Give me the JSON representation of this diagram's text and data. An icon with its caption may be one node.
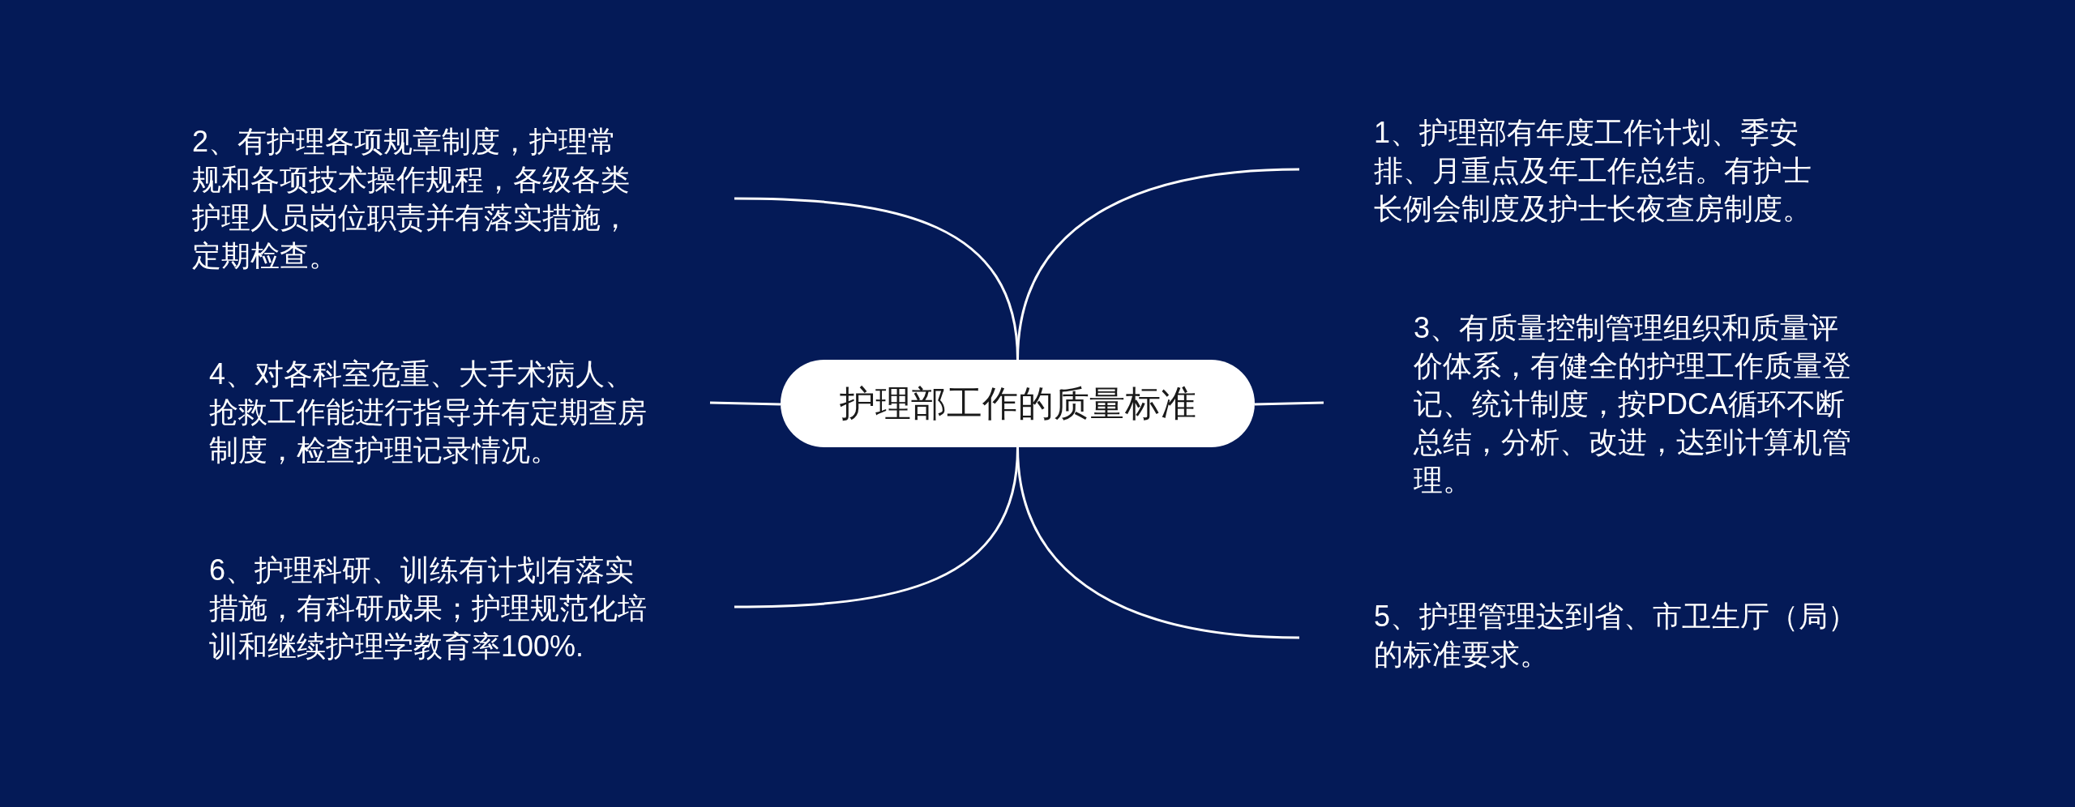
{
  "diagram": {
    "nodes": [
      {
        "text": [
          "护理部工作的质量标准"
        ]
      },
      {
        "text": [
          "2、有护理各项规章制度，护理常规和各项技术操作规程，各级各类护理人员岗位职责并有落实措施，定期检查。"
        ]
      },
      {
        "text": [
          "1、护理部有年度工作计划、季安排、月重点及年工作总结。有护士长例会制度及护士长夜查房制度。"
        ]
      },
      {
        "text": [
          "4、对各科室危重、大手术病人、抢救工作能进行指导并有定期查房制度，检查护理记录情况。"
        ]
      },
      {
        "text": [
          "3、有质量控制管理组织和质量评价体系，有健全的护理工作质量登记、统计制度，按PDCA循环不断总结，分析、改进，达到计算机管理。"
        ]
      },
      {
        "text": [
          "6、护理科研、训练有计划有落实措施，有科研成果；护理规范化培训和继续护理学教育率100%."
        ]
      },
      {
        "text": [
          "5、护理管理达到省、市卫生厅（局）的标准要求。"
        ]
      }
    ],
    "edges": [
      {
        "from": 0,
        "to": 1,
        "arrow": "none"
      },
      {
        "from": 0,
        "to": 2,
        "arrow": "none"
      },
      {
        "from": 0,
        "to": 3,
        "arrow": "none"
      },
      {
        "from": 0,
        "to": 4,
        "arrow": "none"
      },
      {
        "from": 0,
        "to": 5,
        "arrow": "none"
      },
      {
        "from": 0,
        "to": 6,
        "arrow": "none"
      }
    ]
  }
}
